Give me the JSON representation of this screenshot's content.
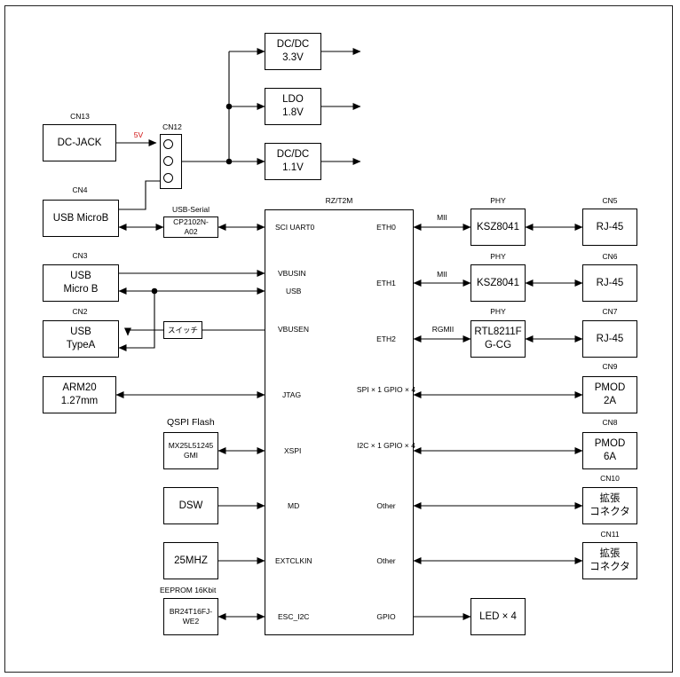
{
  "main_chip": {
    "label": "RZ/T2M"
  },
  "power": [
    {
      "label": "DC/DC\n3.3V"
    },
    {
      "label": "LDO\n1.8V"
    },
    {
      "label": "DC/DC\n1.1V"
    }
  ],
  "left_blocks": {
    "dc_jack": {
      "tag": "CN13",
      "label": "DC-JACK",
      "voltage": "5V"
    },
    "cn12": {
      "tag": "CN12"
    },
    "usb_microb_serial": {
      "tag": "CN4",
      "label": "USB MicroB"
    },
    "usb_serial": {
      "tag": "USB-Serial",
      "label": "CP2102N-\nA02"
    },
    "usb_micro_b": {
      "tag": "CN3",
      "label": "USB\nMicro B"
    },
    "usb_typea": {
      "tag": "CN2",
      "label": "USB\nTypeA"
    },
    "switch": {
      "label": "スイッチ"
    },
    "arm20": {
      "label": "ARM20\n1.27mm"
    },
    "qspi_flash": {
      "tag": "QSPI Flash",
      "label": "MX25L51245\nGMI"
    },
    "dsw": {
      "label": "DSW"
    },
    "osc": {
      "label": "25MHZ"
    },
    "eeprom": {
      "tag": "EEPROM 16Kbit",
      "label": "BR24T16FJ-\nWE2"
    }
  },
  "left_pins": [
    "SCI UART0",
    "VBUSIN",
    "USB",
    "VBUSEN",
    "JTAG",
    "XSPI",
    "MD",
    "EXTCLKIN",
    "ESC_I2C"
  ],
  "right_pins": [
    "ETH0",
    "ETH1",
    "ETH2",
    "SPI × 1\nGPIO × 4",
    "I2C × 1\nGPIO × 4",
    "Other",
    "Other",
    "GPIO"
  ],
  "phys": [
    {
      "tag": "PHY",
      "bus": "MII",
      "label": "KSZ8041"
    },
    {
      "tag": "PHY",
      "bus": "MII",
      "label": "KSZ8041"
    },
    {
      "tag": "PHY",
      "bus": "RGMII",
      "label": "RTL8211F\nG-CG"
    }
  ],
  "connectors": [
    {
      "tag": "CN5",
      "label": "RJ-45"
    },
    {
      "tag": "CN6",
      "label": "RJ-45"
    },
    {
      "tag": "CN7",
      "label": "RJ-45"
    },
    {
      "tag": "CN9",
      "label": "PMOD\n2A"
    },
    {
      "tag": "CN8",
      "label": "PMOD\n6A"
    },
    {
      "tag": "CN10",
      "label": "拡張\nコネクタ"
    },
    {
      "tag": "CN11",
      "label": "拡張\nコネクタ"
    }
  ],
  "led": {
    "label": "LED × 4"
  }
}
